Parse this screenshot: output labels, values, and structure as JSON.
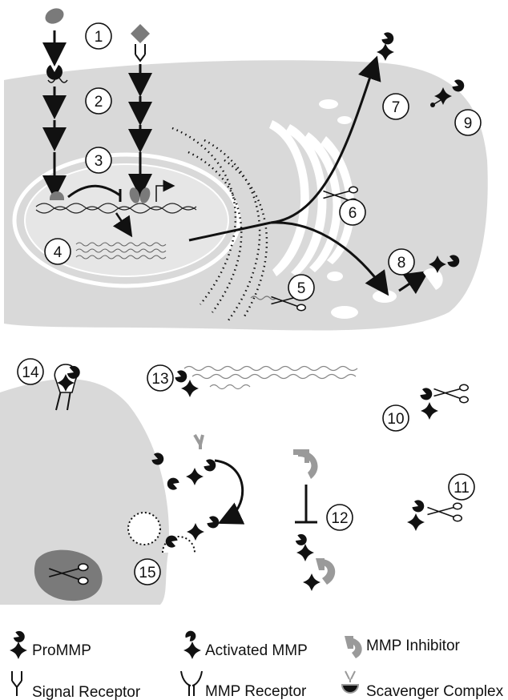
{
  "steps": [
    {
      "id": "step-1",
      "label": "1"
    },
    {
      "id": "step-2",
      "label": "2"
    },
    {
      "id": "step-3",
      "label": "3"
    },
    {
      "id": "step-4",
      "label": "4"
    },
    {
      "id": "step-5",
      "label": "5"
    },
    {
      "id": "step-6",
      "label": "6"
    },
    {
      "id": "step-7",
      "label": "7"
    },
    {
      "id": "step-8",
      "label": "8"
    },
    {
      "id": "step-9",
      "label": "9"
    },
    {
      "id": "step-10",
      "label": "10"
    },
    {
      "id": "step-11",
      "label": "11"
    },
    {
      "id": "step-12",
      "label": "12"
    },
    {
      "id": "step-13",
      "label": "13"
    },
    {
      "id": "step-14",
      "label": "14"
    },
    {
      "id": "step-15",
      "label": "15"
    }
  ],
  "legend": {
    "prommp": "ProMMP",
    "activated_mmp": "Activated MMP",
    "mmp_inhibitor": "MMP Inhibitor",
    "signal_receptor": "Signal Receptor",
    "mmp_receptor": "MMP Receptor",
    "scavenger_complex": "Scavenger Complex"
  },
  "colors": {
    "cell": "#d9d9d9",
    "nucleus_line": "#ffffff",
    "ink": "#111111",
    "gray_mark": "#7a7a7a",
    "inhibitor": "#9a9a9a",
    "vesicle": "#a9a9a9"
  }
}
